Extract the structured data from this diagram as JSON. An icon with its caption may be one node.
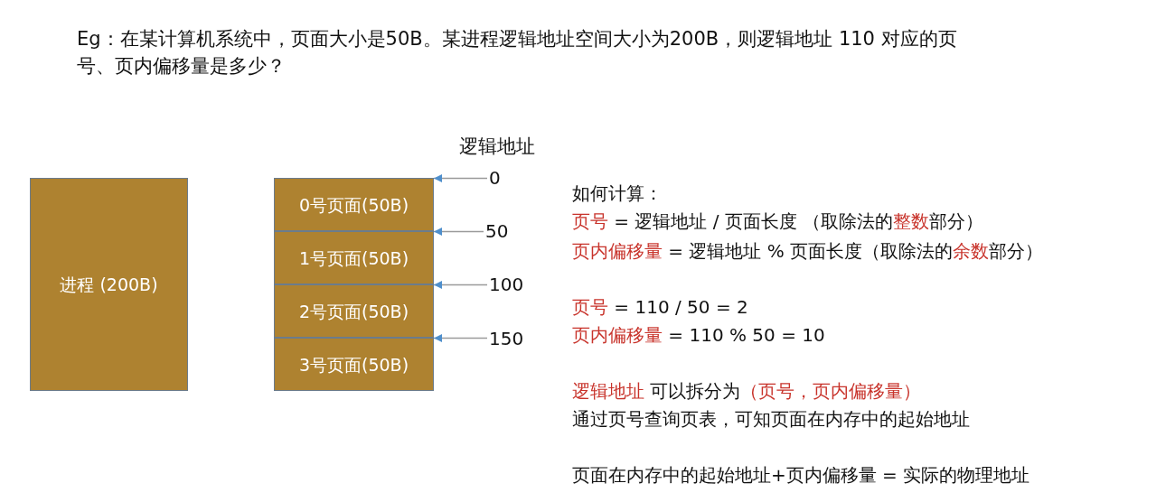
{
  "diagram": {
    "title": "Eg：在某计算机系统中，页面大小是50B。某进程逻辑地址空间大小为200B，则逻辑地址 110 对应的页号、页内偏移量是多少？",
    "nodes": [
      {
        "text": [
          "进程 (200B)"
        ]
      },
      {
        "text": [
          "0号页面(50B)"
        ]
      },
      {
        "text": [
          "1号页面(50B)"
        ]
      },
      {
        "text": [
          "2号页面(50B)"
        ]
      },
      {
        "text": [
          "3号页面(50B)"
        ]
      },
      {
        "text": [
          "0"
        ]
      },
      {
        "text": [
          "50"
        ]
      },
      {
        "text": [
          "100"
        ]
      },
      {
        "text": [
          "150"
        ]
      }
    ],
    "edges": [
      {
        "from": 5,
        "to": 1,
        "arrow": "to"
      },
      {
        "from": 6,
        "to": 2,
        "arrow": "to"
      },
      {
        "from": 7,
        "to": 3,
        "arrow": "to"
      },
      {
        "from": 8,
        "to": 4,
        "arrow": "to"
      }
    ],
    "labels": [
      "逻辑地址",
      "如何计算：",
      "**页号** = 逻辑地址 / 页面长度 （取除法的**整数**部分）",
      "**页内偏移量** = 逻辑地址 % 页面长度（取除法的**余数**部分）",
      "**页号** = 110 / 50 = 2",
      "**页内偏移量** = 110 % 50 = 10",
      "**逻辑地址** 可以拆分为**（页号，页内偏移量）**",
      "通过页号查询页表，可知页面在内存中的起始地址",
      "页面在内存中的起始地址+页内偏移量 = 实际的物理地址"
    ]
  }
}
